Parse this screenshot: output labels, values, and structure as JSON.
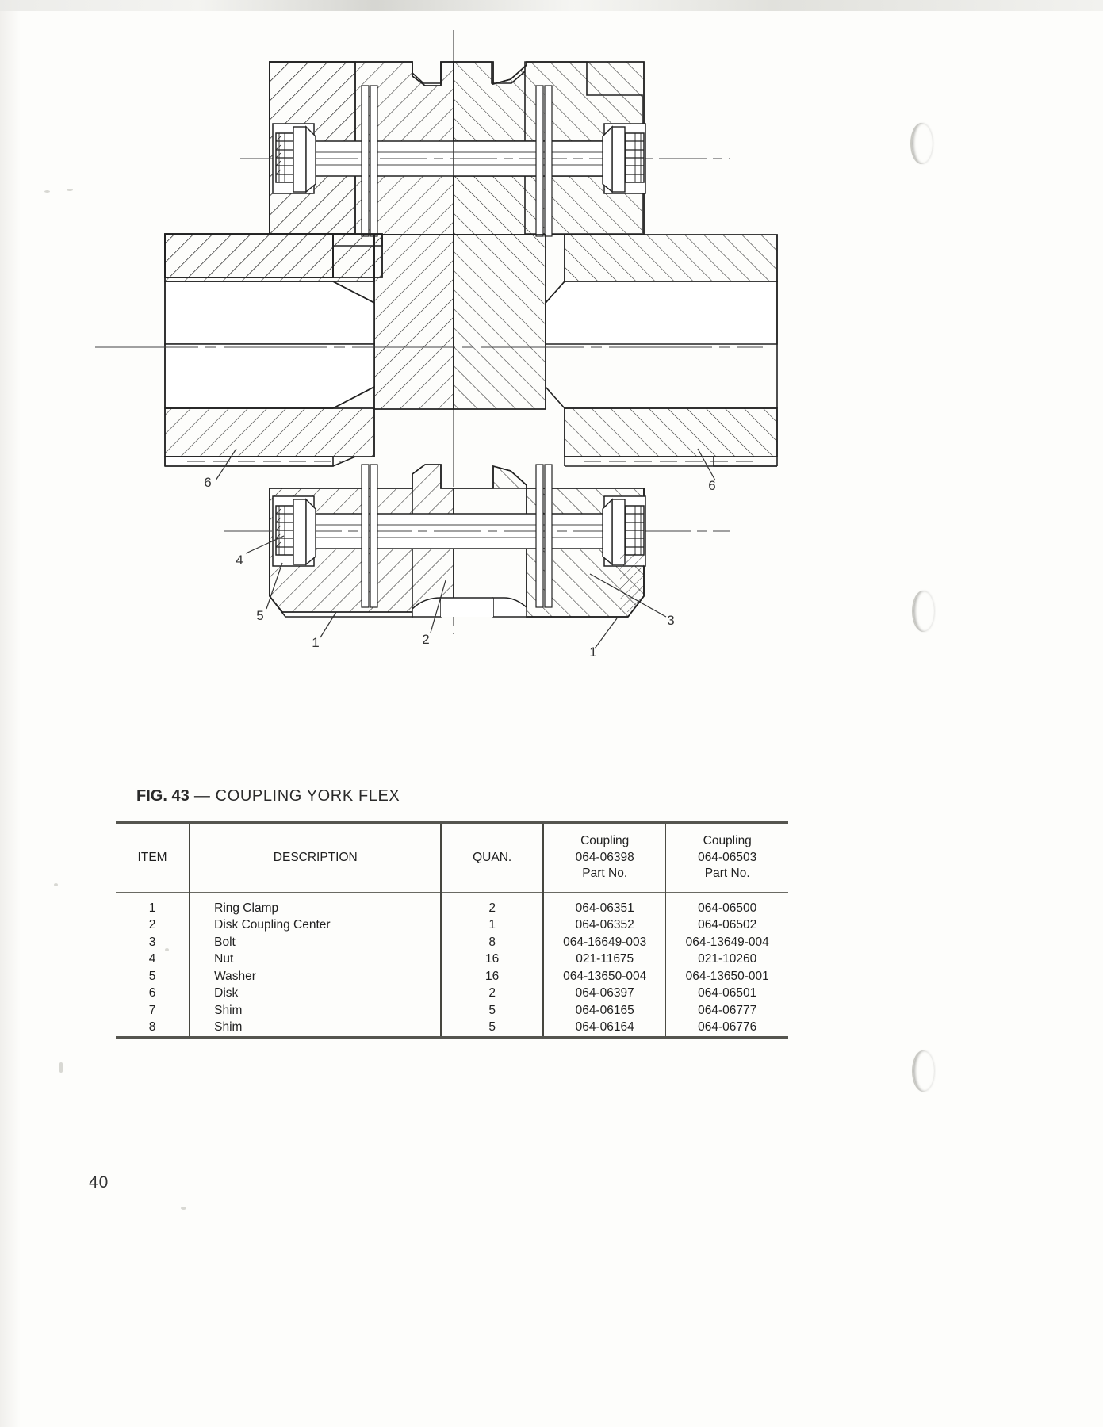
{
  "page": {
    "number": "40",
    "background": "#fdfdfb"
  },
  "figure": {
    "caption_number": "FIG. 43",
    "caption_dash": "—",
    "caption_title": "COUPLING YORK FLEX",
    "callouts": [
      {
        "label": "6",
        "note": "left disk leader"
      },
      {
        "label": "6",
        "note": "right disk leader"
      },
      {
        "label": "4",
        "note": "nut leader lower left"
      },
      {
        "label": "5",
        "note": "washer leader lower left"
      },
      {
        "label": "1",
        "note": "ring clamp leader lower left"
      },
      {
        "label": "2",
        "note": "disk coupling center leader bottom"
      },
      {
        "label": "3",
        "note": "bolt leader lower right"
      },
      {
        "label": "1",
        "note": "ring clamp leader lower right"
      }
    ]
  },
  "table": {
    "headers": {
      "item": "ITEM",
      "description": "DESCRIPTION",
      "quantity": "QUAN.",
      "coupling_a": [
        "Coupling",
        "064-06398",
        "Part  No."
      ],
      "coupling_b": [
        "Coupling",
        "064-06503",
        "Part  No."
      ]
    },
    "rows": [
      {
        "item": "1",
        "description": "Ring Clamp",
        "quan": "2",
        "pn_a": "064-06351",
        "pn_b": "064-06500"
      },
      {
        "item": "2",
        "description": "Disk Coupling Center",
        "quan": "1",
        "pn_a": "064-06352",
        "pn_b": "064-06502"
      },
      {
        "item": "3",
        "description": "Bolt",
        "quan": "8",
        "pn_a": "064-16649-003",
        "pn_b": "064-13649-004"
      },
      {
        "item": "4",
        "description": "Nut",
        "quan": "16",
        "pn_a": "021-11675",
        "pn_b": "021-10260"
      },
      {
        "item": "5",
        "description": "Washer",
        "quan": "16",
        "pn_a": "064-13650-004",
        "pn_b": "064-13650-001"
      },
      {
        "item": "6",
        "description": "Disk",
        "quan": "2",
        "pn_a": "064-06397",
        "pn_b": "064-06501"
      },
      {
        "item": "7",
        "description": "Shim",
        "quan": "5",
        "pn_a": "064-06165",
        "pn_b": "064-06777"
      },
      {
        "item": "8",
        "description": "Shim",
        "quan": "5",
        "pn_a": "064-06164",
        "pn_b": "064-06776"
      }
    ]
  }
}
